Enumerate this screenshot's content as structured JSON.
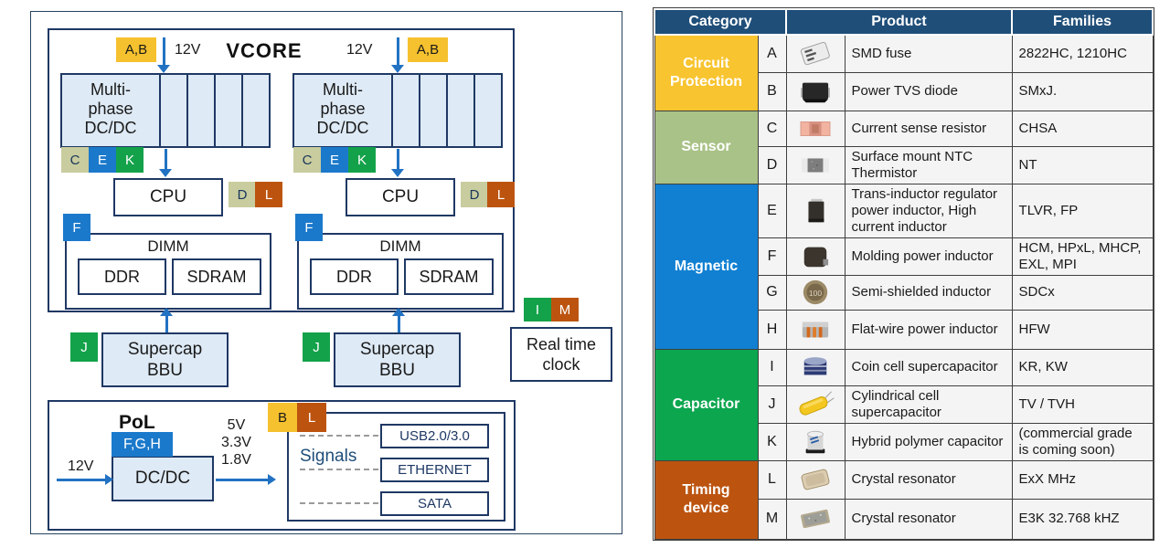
{
  "colors": {
    "navy": "#1F3864",
    "fill": "#DEEAF6",
    "arrow": "#2272C3",
    "table_header": "#1F4E79",
    "tag_yellow": "#F6C12E",
    "tag_olive": "#C9CC9E",
    "tag_blue": "#1B79CB",
    "tag_green": "#13A24A",
    "tag_orange": "#BC5410"
  },
  "diagram": {
    "vcore": {
      "title": "VCORE",
      "feeds": [
        {
          "tag": {
            "label": "A,B",
            "color": "yellow"
          },
          "voltage": "12V"
        },
        {
          "tag": {
            "label": "A,B",
            "color": "yellow"
          },
          "voltage": "12V"
        }
      ],
      "groups": [
        {
          "converter_lines": [
            "Multi-",
            "phase",
            "DC/DC"
          ],
          "converter_tags": [
            {
              "label": "C",
              "color": "olive"
            },
            {
              "label": "E",
              "color": "blue"
            },
            {
              "label": "K",
              "color": "green"
            }
          ],
          "cpu": "CPU",
          "cpu_tags": [
            {
              "label": "D",
              "color": "olive"
            },
            {
              "label": "L",
              "color": "orange"
            }
          ],
          "dimm_tag": {
            "label": "F",
            "color": "blue"
          },
          "dimm": "DIMM",
          "modules": [
            "DDR",
            "SDRAM"
          ]
        },
        {
          "converter_lines": [
            "Multi-",
            "phase",
            "DC/DC"
          ],
          "converter_tags": [
            {
              "label": "C",
              "color": "olive"
            },
            {
              "label": "E",
              "color": "blue"
            },
            {
              "label": "K",
              "color": "green"
            }
          ],
          "cpu": "CPU",
          "cpu_tags": [
            {
              "label": "D",
              "color": "olive"
            },
            {
              "label": "L",
              "color": "orange"
            }
          ],
          "dimm_tag": {
            "label": "F",
            "color": "blue"
          },
          "dimm": "DIMM",
          "modules": [
            "DDR",
            "SDRAM"
          ]
        }
      ]
    },
    "bbu_units": [
      {
        "tag": {
          "label": "J",
          "color": "green"
        },
        "lines": [
          "Supercap",
          "BBU"
        ]
      },
      {
        "tag": {
          "label": "J",
          "color": "green"
        },
        "lines": [
          "Supercap",
          "BBU"
        ]
      }
    ],
    "rtc": {
      "tags": [
        {
          "label": "I",
          "color": "green"
        },
        {
          "label": "M",
          "color": "orange"
        }
      ],
      "lines": [
        "Real time",
        "clock"
      ]
    },
    "pol": {
      "title": "PoL",
      "component_tag": {
        "label": "F,G,H",
        "color": "blue"
      },
      "converter": "DC/DC",
      "input_voltage": "12V",
      "output_voltages": [
        "5V",
        "3.3V",
        "1.8V"
      ]
    },
    "signals": {
      "tags": [
        {
          "label": "B",
          "color": "yellow"
        },
        {
          "label": "L",
          "color": "orange"
        }
      ],
      "label": "Signals",
      "buses": [
        "USB2.0/3.0",
        "ETHERNET",
        "SATA"
      ]
    }
  },
  "table": {
    "headers": [
      "Category",
      "Product",
      "Families"
    ],
    "categories": [
      {
        "name": "Circuit Protection",
        "color": "#F8C42F",
        "rows": [
          {
            "letter": "A",
            "image": "smd-fuse",
            "product": "SMD fuse",
            "families": "2822HC, 1210HC"
          },
          {
            "letter": "B",
            "image": "tvs-diode",
            "product": "Power TVS diode",
            "families": "SMxJ."
          }
        ]
      },
      {
        "name": "Sensor",
        "color": "#A9C287",
        "rows": [
          {
            "letter": "C",
            "image": "current-sense-resistor",
            "product": "Current sense resistor",
            "families": "CHSA"
          },
          {
            "letter": "D",
            "image": "ntc-thermistor",
            "product": "Surface mount NTC Thermistor",
            "families": "NT"
          }
        ]
      },
      {
        "name": "Magnetic",
        "color": "#1180D2",
        "rows": [
          {
            "letter": "E",
            "image": "tlvr-inductor",
            "product": "Trans-inductor regulator power inductor, High current inductor",
            "families": "TLVR, FP"
          },
          {
            "letter": "F",
            "image": "molding-inductor",
            "product": "Molding power inductor",
            "families": "HCM, HPxL, MHCP, EXL, MPI"
          },
          {
            "letter": "G",
            "image": "semi-shielded-inductor",
            "product": "Semi-shielded inductor",
            "families": "SDCx"
          },
          {
            "letter": "H",
            "image": "flat-wire-inductor",
            "product": "Flat-wire power inductor",
            "families": "HFW"
          }
        ]
      },
      {
        "name": "Capacitor",
        "color": "#0CA64F",
        "rows": [
          {
            "letter": "I",
            "image": "coin-cell-supercap",
            "product": "Coin cell supercapacitor",
            "families": "KR, KW"
          },
          {
            "letter": "J",
            "image": "cylindrical-supercap",
            "product": "Cylindrical cell supercapacitor",
            "families": "TV / TVH"
          },
          {
            "letter": "K",
            "image": "hybrid-polymer-cap",
            "product": "Hybrid polymer capacitor",
            "families": "(commercial grade is coming soon)"
          }
        ]
      },
      {
        "name": "Timing device",
        "color": "#BC5410",
        "rows": [
          {
            "letter": "L",
            "image": "crystal-resonator-mhz",
            "product": "Crystal resonator",
            "families": "ExX MHz"
          },
          {
            "letter": "M",
            "image": "crystal-resonator-khz",
            "product": "Crystal resonator",
            "families": "E3K 32.768 kHZ"
          }
        ]
      }
    ]
  }
}
